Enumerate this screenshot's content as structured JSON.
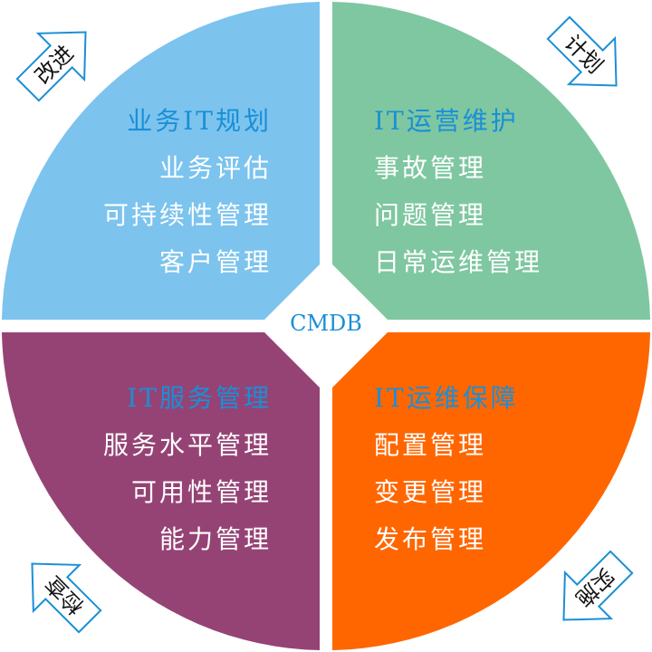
{
  "center": "CMDB",
  "colors": {
    "q1": "#7cc3ee",
    "q2": "#7fc7a1",
    "q3": "#954375",
    "q4": "#ff6600",
    "title": "#1a8fd6",
    "arrow": "#1a8fd6"
  },
  "quadrants": {
    "top_left": {
      "title": "业务IT规划",
      "items": [
        "业务评估",
        "可持续性管理",
        "客户管理"
      ]
    },
    "top_right": {
      "title": "IT运营维护",
      "items": [
        "事故管理",
        "问题管理",
        "日常运维管理"
      ]
    },
    "bottom_left": {
      "title": "IT服务管理",
      "items": [
        "服务水平管理",
        "可用性管理",
        "能力管理"
      ]
    },
    "bottom_right": {
      "title": "IT运维保障",
      "items": [
        "配置管理",
        "变更管理",
        "发布管理"
      ]
    }
  },
  "arrows": {
    "top_left": "改进",
    "top_right": "计划",
    "bottom_right": "实施",
    "bottom_left": "检查"
  }
}
